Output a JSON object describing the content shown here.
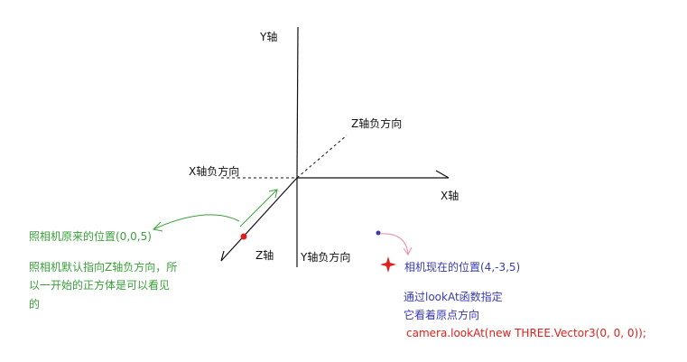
{
  "axes": {
    "y": "Y轴",
    "z_negative": "Z轴负方向",
    "x_negative": "X轴负方向",
    "x": "X轴",
    "z": "Z轴",
    "y_negative": "Y轴负方向"
  },
  "notes": {
    "original_position": "照相机原来的位置(0,0,5)",
    "default_direction_line1": "照相机默认指向Z轴负方向，所",
    "default_direction_line2": "以一开始的正方体是可以看见",
    "default_direction_line3": "的",
    "current_position": "相机现在的位置(4,-3,5)",
    "lookat_line1": "通过lookAt函数指定",
    "lookat_line2": "它看着原点方向",
    "code": "camera.lookAt(new THREE.Vector3(0, 0, 0));"
  },
  "colors": {
    "axis": "#111111",
    "original_camera": "#e0201c",
    "green_annotation": "#3aa03a",
    "current_camera_dot": "#3a3ab0",
    "current_camera_star": "#e0201c",
    "pink_arrow": "#e88aa0"
  }
}
